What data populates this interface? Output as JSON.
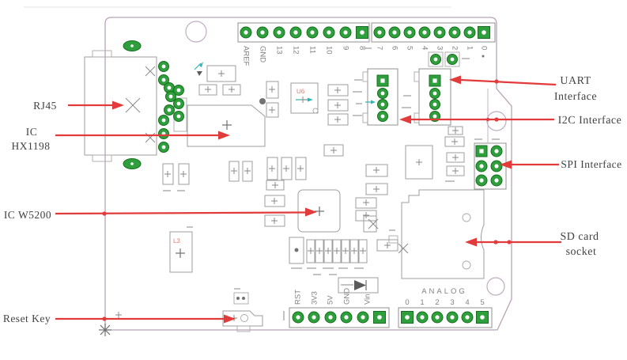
{
  "callouts": {
    "rj45": {
      "label": "RJ45"
    },
    "hx1198": {
      "line1": "IC",
      "line2": "HX1198"
    },
    "w5200": {
      "label": "IC W5200"
    },
    "reset": {
      "label": "Reset Key"
    },
    "uart": {
      "line1": "UART",
      "line2": "Interface"
    },
    "i2c": {
      "label": "I2C Interface"
    },
    "spi": {
      "label": "SPI Interface"
    },
    "sd": {
      "line1": "SD card",
      "line2": "socket"
    }
  },
  "headers": {
    "digital_left": {
      "pins": [
        "AREF",
        "GND",
        "13",
        "12",
        "11",
        "10",
        "9",
        "8"
      ]
    },
    "digital_right": {
      "pins": [
        "7",
        "6",
        "5",
        "4",
        "3",
        "2",
        "1",
        "0"
      ]
    },
    "power": {
      "pins": [
        "RST",
        "3V3",
        "5V",
        "GND",
        "Vin"
      ]
    },
    "analog": {
      "label": "ANALOG",
      "pins": [
        "0",
        "1",
        "2",
        "3",
        "4",
        "5"
      ]
    }
  },
  "silkscreen": {
    "u6": "U6",
    "l3": "L3"
  },
  "colors": {
    "arrow_red": "#e23b3b",
    "pad_green": "#2f9e3d",
    "board_outline": "#b7a4b7",
    "component_gray": "#9e9e9e",
    "label_text": "#414141",
    "pin_text": "#828282",
    "silk_red": "#e0796a",
    "teal": "#2fb3b3"
  }
}
